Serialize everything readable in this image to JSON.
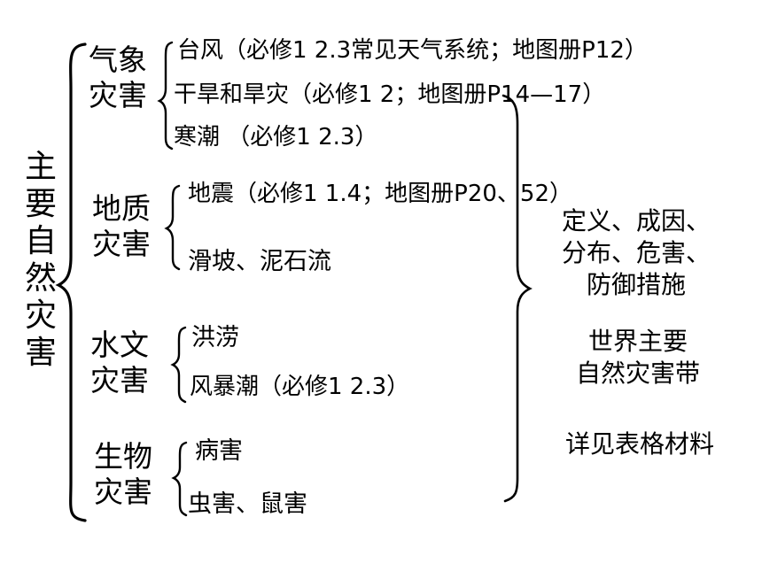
{
  "title_chars": [
    "主",
    "要",
    "自",
    "然",
    "灾",
    "害"
  ],
  "categories": [
    {
      "lines": [
        "气象",
        "灾害"
      ],
      "items": [
        "台风（必修1 2.3常见天气系统；地图册P12）",
        "干旱和旱灾（必修1  2；地图册P14—17）",
        "寒潮 （必修1 2.3）"
      ]
    },
    {
      "lines": [
        "地质",
        "灾害"
      ],
      "items": [
        "地震（必修1  1.4；地图册P20、52）",
        "滑坡、泥石流"
      ]
    },
    {
      "lines": [
        "水文",
        "灾害"
      ],
      "items": [
        "洪涝",
        "风暴潮（必修1  2.3）"
      ]
    },
    {
      "lines": [
        "生物",
        "灾害"
      ],
      "items": [
        "病害",
        "虫害、鼠害"
      ]
    }
  ],
  "right_notes": [
    [
      "定义、成因、",
      "分布、危害、",
      "防御措施"
    ],
    [
      "世界主要",
      "自然灾害带"
    ],
    [
      "详见表格材料"
    ]
  ]
}
